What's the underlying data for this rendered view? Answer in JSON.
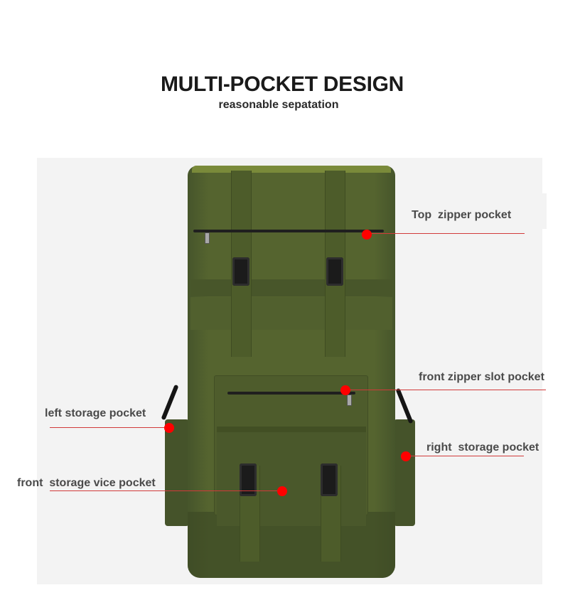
{
  "header": {
    "title": "MULTI-POCKET DESIGN",
    "subtitle": "reasonable sepatation"
  },
  "callouts": [
    {
      "id": "top-zipper-pocket",
      "label": "Top  zipper pocket"
    },
    {
      "id": "front-zipper-slot-pocket",
      "label": "front zipper slot pocket"
    },
    {
      "id": "left-storage-pocket",
      "label": "left storage pocket"
    },
    {
      "id": "right-storage-pocket",
      "label": "right  storage pocket"
    },
    {
      "id": "front-storage-vice-pocket",
      "label": "front  storage vice pocket"
    }
  ],
  "colors": {
    "marker": "#ff0000",
    "leader_line": "#d13a3a",
    "bag_olive": "#55642f",
    "panel_bg": "#f3f3f3",
    "title_text": "#1a1a1a",
    "label_text": "#4a4a4a"
  }
}
